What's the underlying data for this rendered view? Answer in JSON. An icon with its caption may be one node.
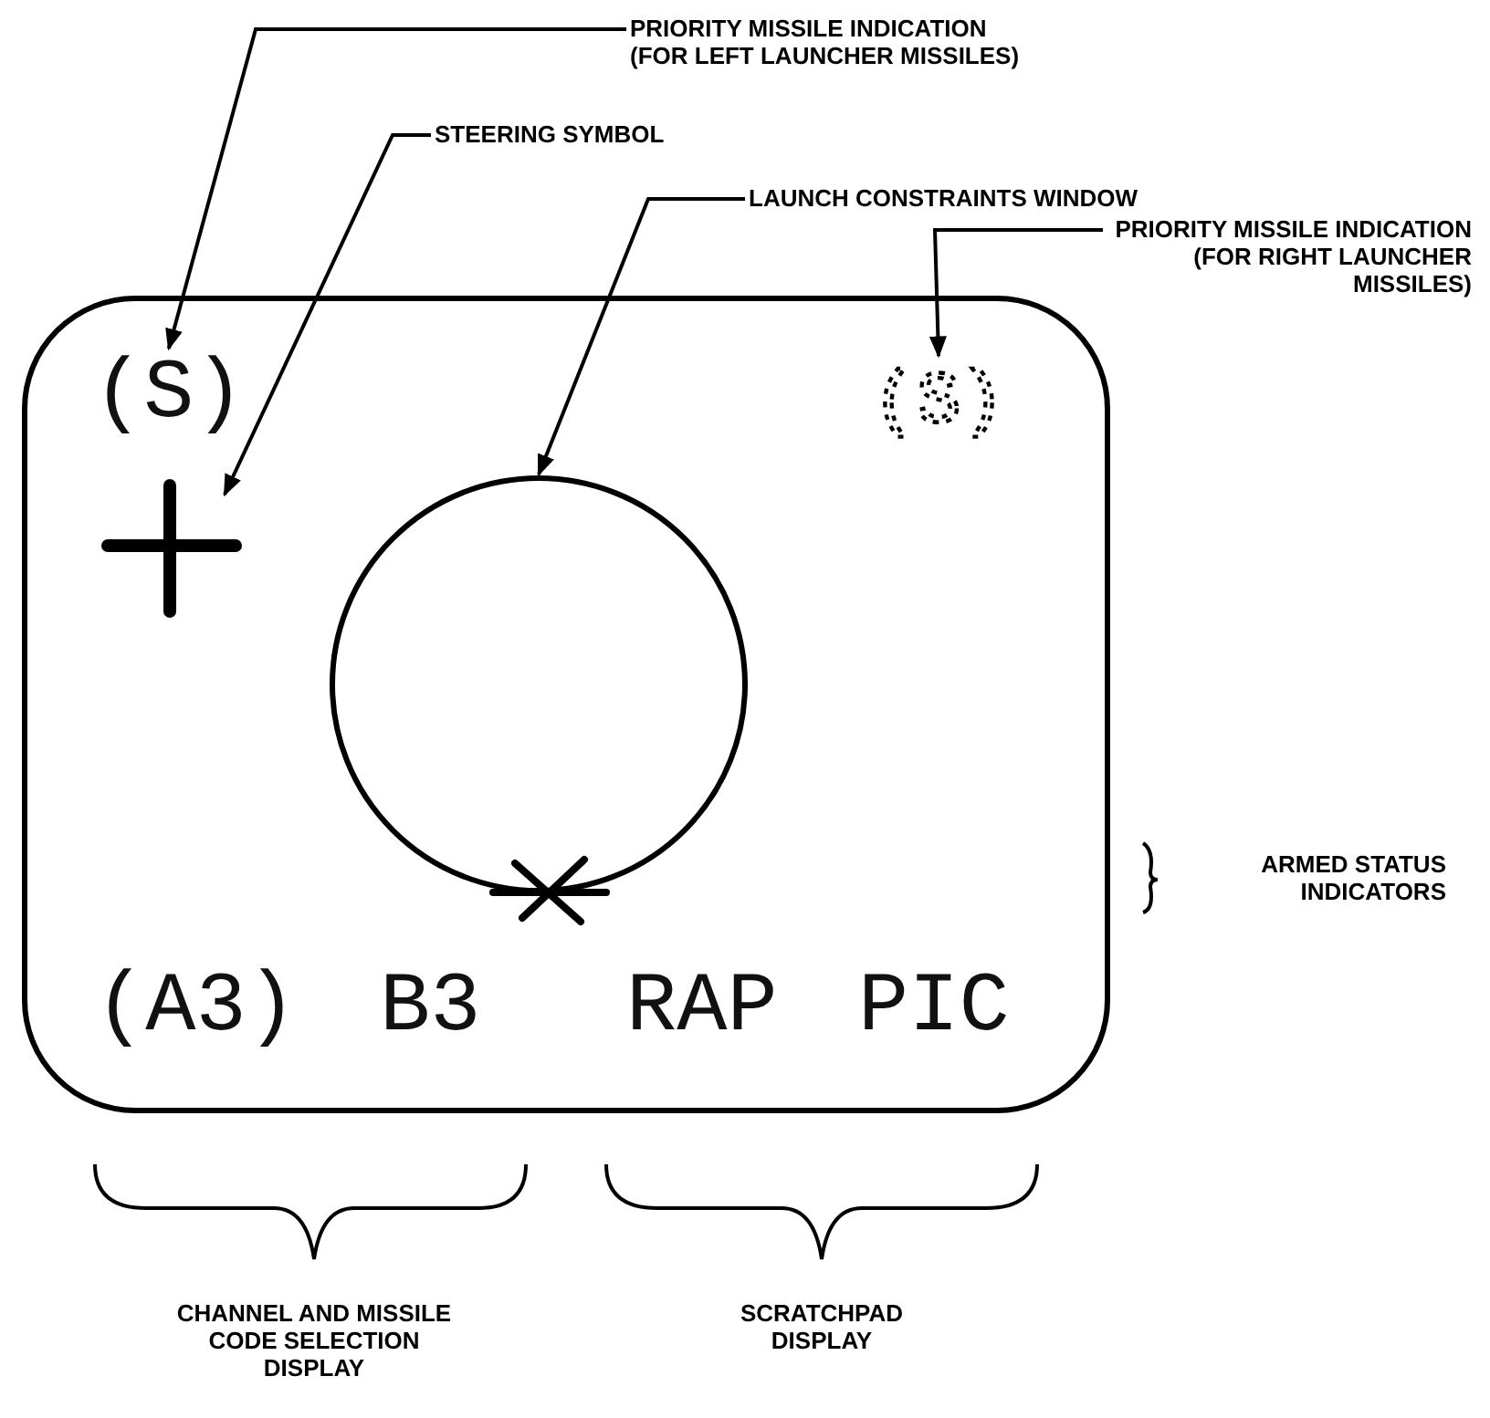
{
  "diagram": {
    "nodes": [
      {
        "text": [
          "PRIORITY MISSILE INDICATION (FOR LEFT LAUNCHER MISSILES)"
        ]
      },
      {
        "text": [
          "STEERING SYMBOL"
        ]
      },
      {
        "text": [
          "LAUNCH CONSTRAINTS WINDOW"
        ]
      },
      {
        "text": [
          "PRIORITY MISSILE INDICATION (FOR RIGHT LAUNCHER MISSILES)"
        ]
      },
      {
        "text": [],
        "shape": "box"
      },
      {
        "text": [
          "(S)"
        ],
        "in": 4
      },
      {
        "text": [],
        "shape": "cross",
        "in": 4
      },
      {
        "text": [
          "(S)"
        ],
        "in": 4
      },
      {
        "text": [],
        "shape": "circle",
        "in": 4
      }
    ],
    "edges": [
      {
        "from": 0,
        "to": 5,
        "arrow": "to"
      },
      {
        "from": 1,
        "to": 6,
        "arrow": "to"
      },
      {
        "from": 2,
        "to": 8,
        "arrow": "to"
      },
      {
        "from": 3,
        "to": 7,
        "arrow": "to"
      }
    ],
    "labels": [
      "ARMED STATUS INDICATORS",
      "(A3)",
      "B3",
      "RAP",
      "PIC",
      "CHANNEL AND MISSILE CODE SELECTION DISPLAY",
      "SCRATCHPAD DISPLAY"
    ]
  }
}
